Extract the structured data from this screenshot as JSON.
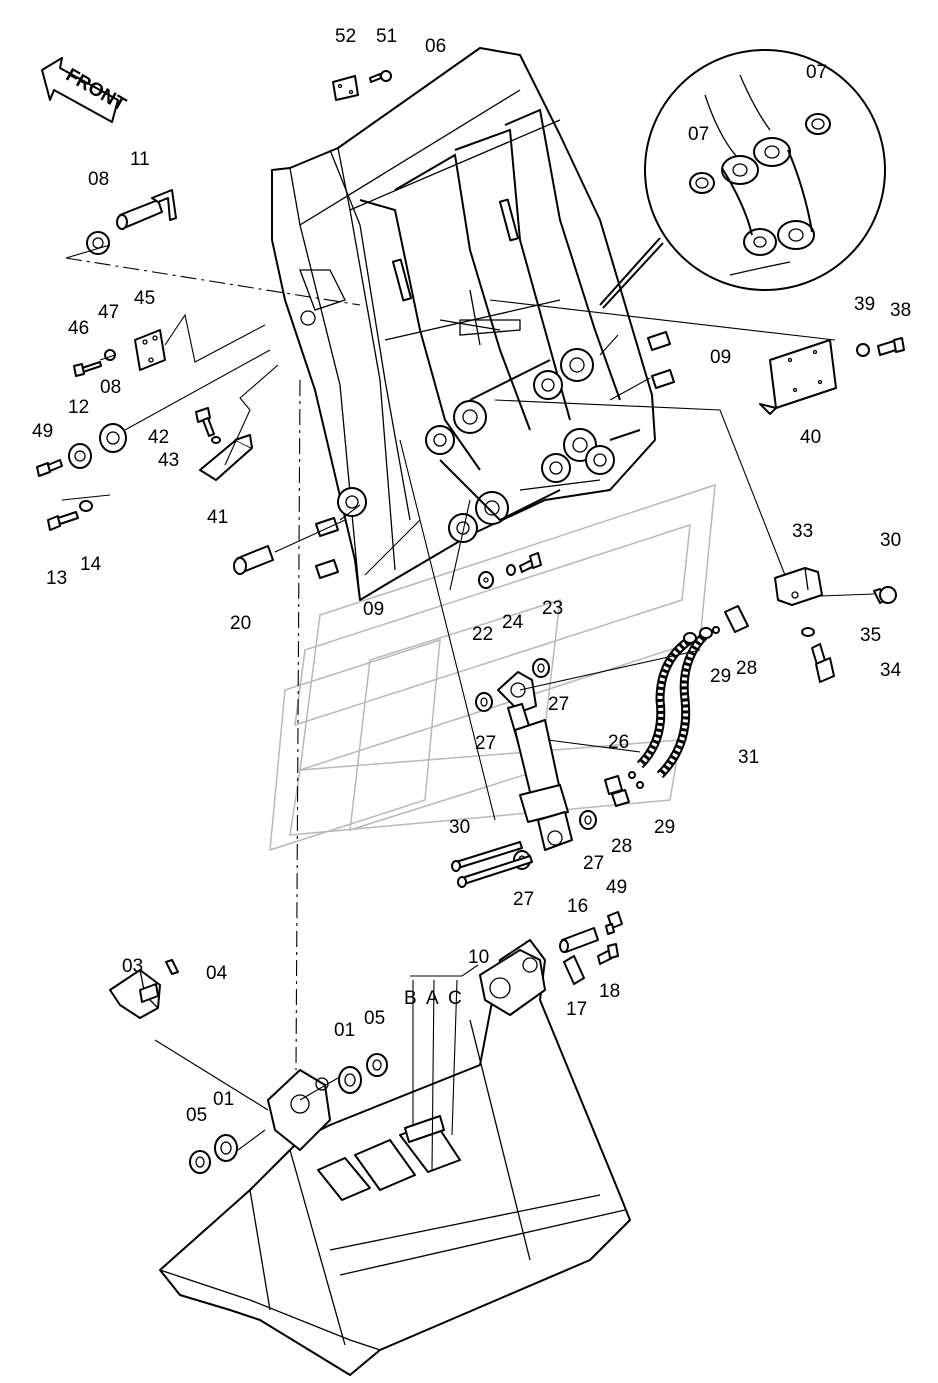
{
  "direction_label": "FRONT",
  "part_labels": {
    "p52": "52",
    "p51": "51",
    "p06": "06",
    "p07a": "07",
    "p07b": "07",
    "p11": "11",
    "p08a": "08",
    "p08b": "08",
    "p45": "45",
    "p47": "47",
    "p46": "46",
    "p39": "39",
    "p38": "38",
    "p09a": "09",
    "p09b": "09",
    "p40": "40",
    "p12": "12",
    "p49a": "49",
    "p42": "42",
    "p43": "43",
    "p41": "41",
    "p13": "13",
    "p14": "14",
    "p20": "20",
    "p22": "22",
    "p24": "24",
    "p23": "23",
    "p33": "33",
    "p30a": "30",
    "p35": "35",
    "p34": "34",
    "p29a": "29",
    "p28a": "28",
    "p27a": "27",
    "p27b": "27",
    "p26": "26",
    "p31": "31",
    "p30b": "30",
    "p28b": "28",
    "p29b": "29",
    "p27c": "27",
    "p27d": "27",
    "p16": "16",
    "p49b": "49",
    "p18": "18",
    "p17": "17",
    "p03": "03",
    "p04": "04",
    "p10": "10",
    "pB": "B",
    "pA": "A",
    "pC": "C",
    "p01a": "01",
    "p05a": "05",
    "p01b": "01",
    "p05b": "05"
  }
}
